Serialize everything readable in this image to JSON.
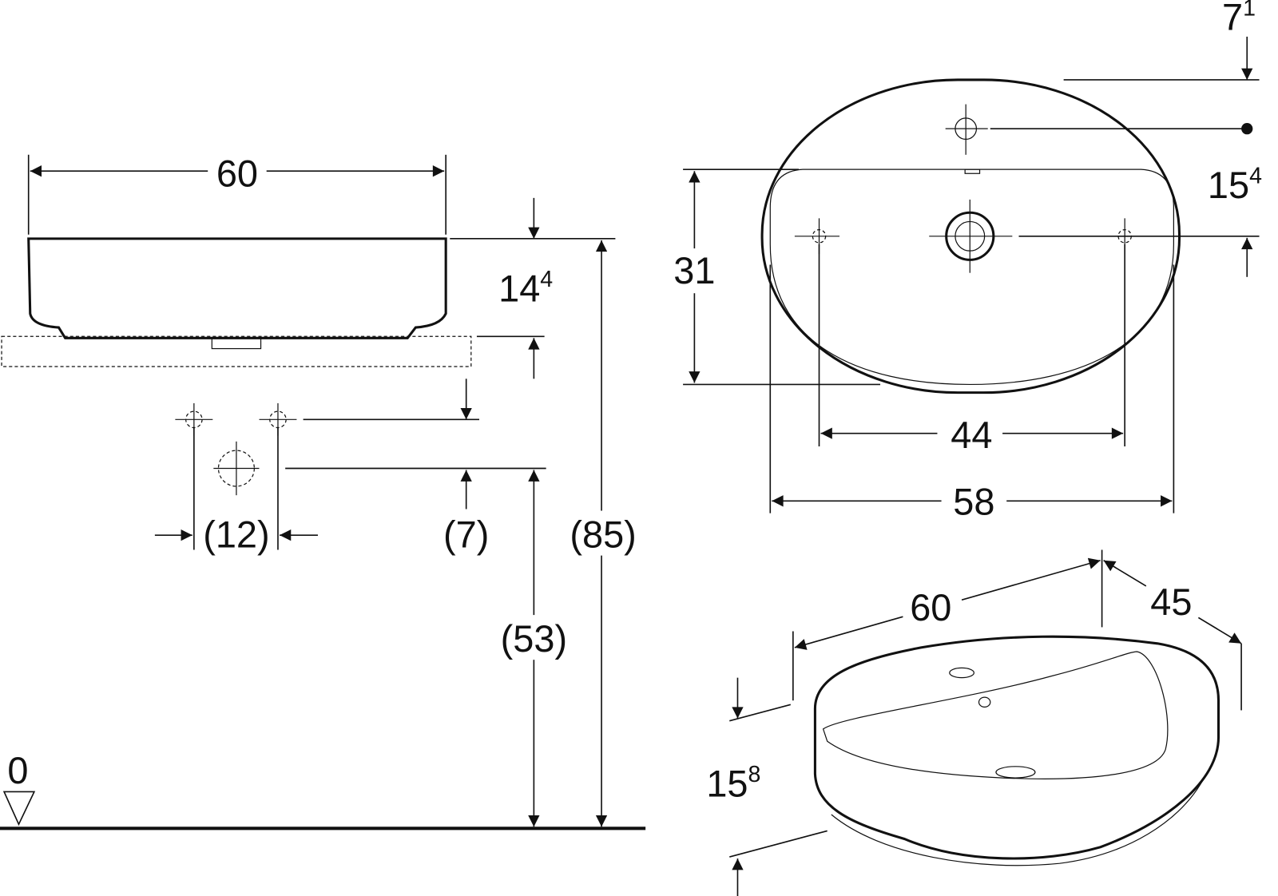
{
  "title": "Washbasin dimension drawing",
  "side_view": {
    "width": "60",
    "rim_height": {
      "main": "14",
      "sup": "4"
    },
    "tap_spacing": "(12)",
    "tap_offset": "(7)",
    "total_height": "(85)",
    "counter_height": "(53)",
    "floor_level": "0"
  },
  "top_view": {
    "edge_offset": {
      "main": "7",
      "sup": "1"
    },
    "tap_to_drain": {
      "main": "15",
      "sup": "4"
    },
    "basin_depth": "31",
    "hole_spacing": "44",
    "overall_width": "58"
  },
  "perspective_view": {
    "length": "60",
    "depth": "45",
    "height": {
      "main": "15",
      "sup": "8"
    }
  }
}
